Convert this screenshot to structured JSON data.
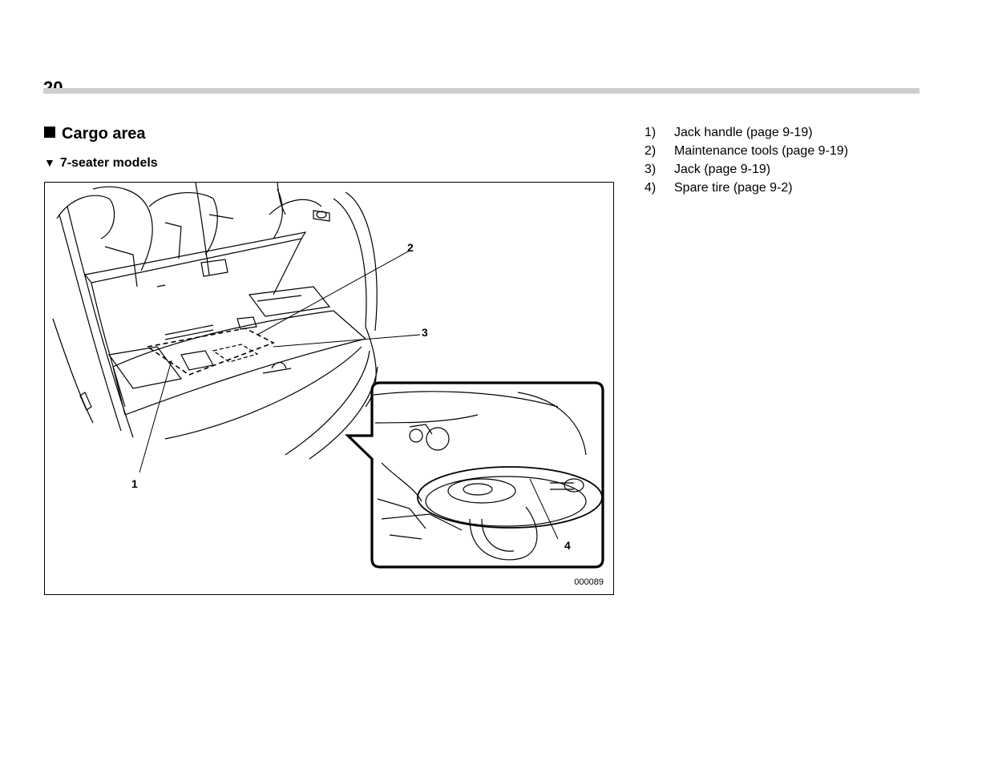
{
  "page": {
    "number": "20"
  },
  "section": {
    "title": "Cargo area",
    "subtitle": "7-seater models"
  },
  "figure": {
    "code": "000089",
    "callouts": [
      "1",
      "2",
      "3",
      "4"
    ]
  },
  "legend": [
    {
      "num": "1)",
      "text": "Jack handle (page 9-19)"
    },
    {
      "num": "2)",
      "text": "Maintenance tools (page 9-19)"
    },
    {
      "num": "3)",
      "text": "Jack (page 9-19)"
    },
    {
      "num": "4)",
      "text": "Spare tire (page 9-2)"
    }
  ]
}
